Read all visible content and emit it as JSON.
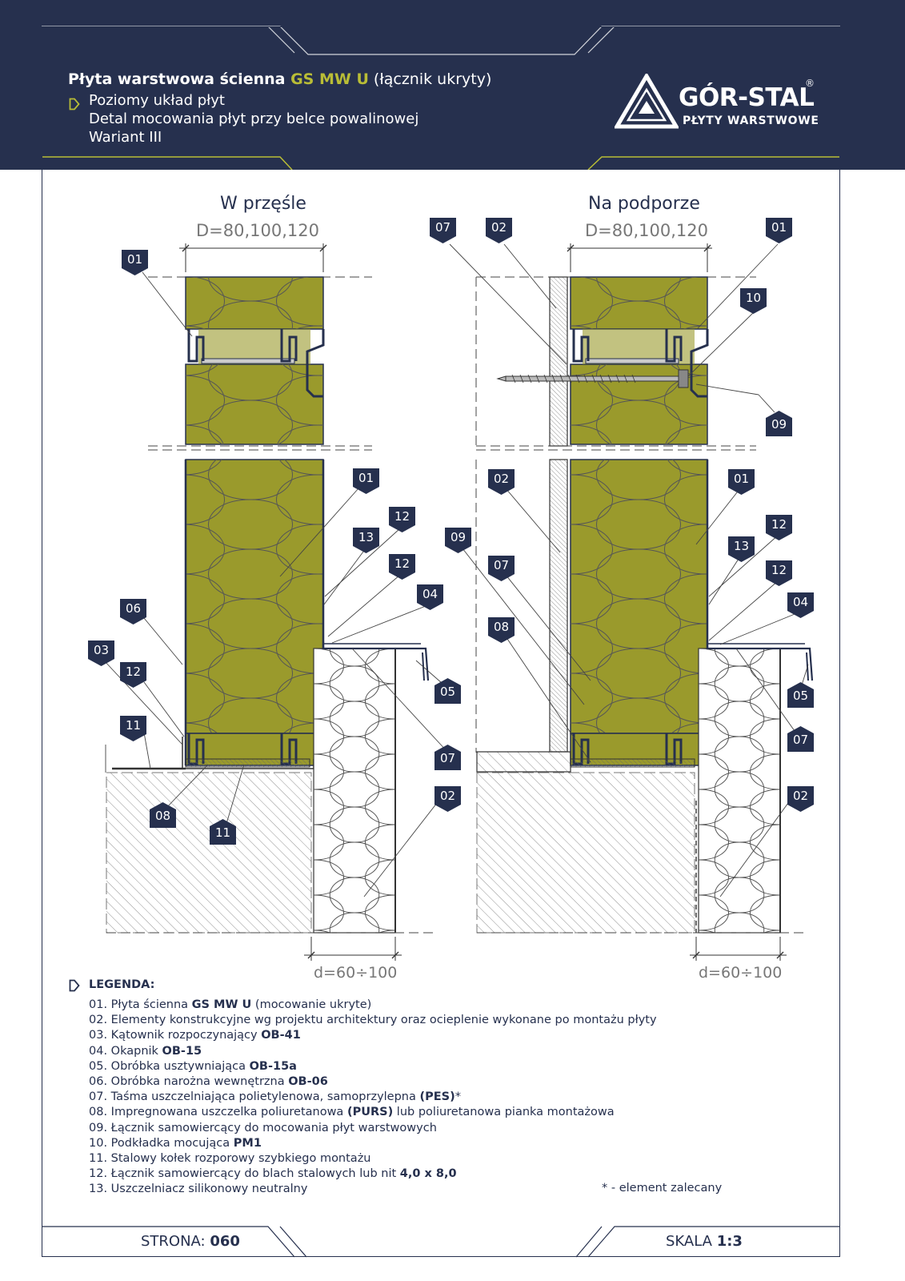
{
  "header": {
    "title_main": "Płyta warstwowa ścienna ",
    "title_accent": "GS MW U",
    "title_rest": " (łącznik ukryty)",
    "line1": "Poziomy układ płyt",
    "line2": "Detal mocowania płyt przy belce powalinowej",
    "line3": "Wariant III"
  },
  "logo": {
    "name": "GÓR-STAL",
    "reg": "®",
    "tagline": "PŁYTY WARSTWOWE"
  },
  "drawings": {
    "left_title": "W przęśle",
    "right_title": "Na podporze",
    "panel_dim": "D=80,100,120",
    "gap_dim": "d=60÷100"
  },
  "tags": {
    "t01": "01",
    "t02": "02",
    "t03": "03",
    "t04": "04",
    "t05": "05",
    "t06": "06",
    "t07": "07",
    "t08": "08",
    "t09": "09",
    "t10": "10",
    "t11": "11",
    "t12": "12",
    "t13": "13"
  },
  "legend": {
    "heading": "LEGENDA:",
    "items": [
      {
        "pre": "01. Płyta ścienna ",
        "bold": "GS MW U",
        "post": " (mocowanie ukryte)"
      },
      {
        "pre": "02. Elementy konstrukcyjne wg projektu architektury oraz ocieplenie wykonane po montażu płyty",
        "bold": "",
        "post": ""
      },
      {
        "pre": "03. Kątownik rozpoczynający ",
        "bold": "OB-41",
        "post": ""
      },
      {
        "pre": "04. Okapnik ",
        "bold": "OB-15",
        "post": ""
      },
      {
        "pre": "05. Obróbka usztywniająca ",
        "bold": "OB-15a",
        "post": ""
      },
      {
        "pre": "06. Obróbka narożna wewnętrzna ",
        "bold": "OB-06",
        "post": ""
      },
      {
        "pre": "07. Taśma uszczelniająca polietylenowa, samoprzylepna ",
        "bold": "(PES)",
        "post": "*"
      },
      {
        "pre": "08. Impregnowana uszczelka poliuretanowa ",
        "bold": "(PURS)",
        "post": " lub poliuretanowa pianka montażowa"
      },
      {
        "pre": "09. Łącznik samowiercący do mocowania płyt warstwowych",
        "bold": "",
        "post": ""
      },
      {
        "pre": "10. Podkładka mocująca ",
        "bold": "PM1",
        "post": ""
      },
      {
        "pre": "11. Stalowy kołek rozporowy szybkiego montażu",
        "bold": "",
        "post": ""
      },
      {
        "pre": "12. Łącznik samowiercący do blach stalowych lub nit ",
        "bold": "4,0 x 8,0",
        "post": ""
      },
      {
        "pre": "13. Uszczelniacz silikonowy neutralny",
        "bold": "",
        "post": ""
      }
    ],
    "note": "* -  element zalecany"
  },
  "footer": {
    "page_label": "STRONA: ",
    "page_value": "060",
    "scale_label": "SKALA ",
    "scale_value": "1:3"
  },
  "colors": {
    "navy": "#26304e",
    "accent": "#b9bd36",
    "panel_core": "#9a9a2c"
  }
}
